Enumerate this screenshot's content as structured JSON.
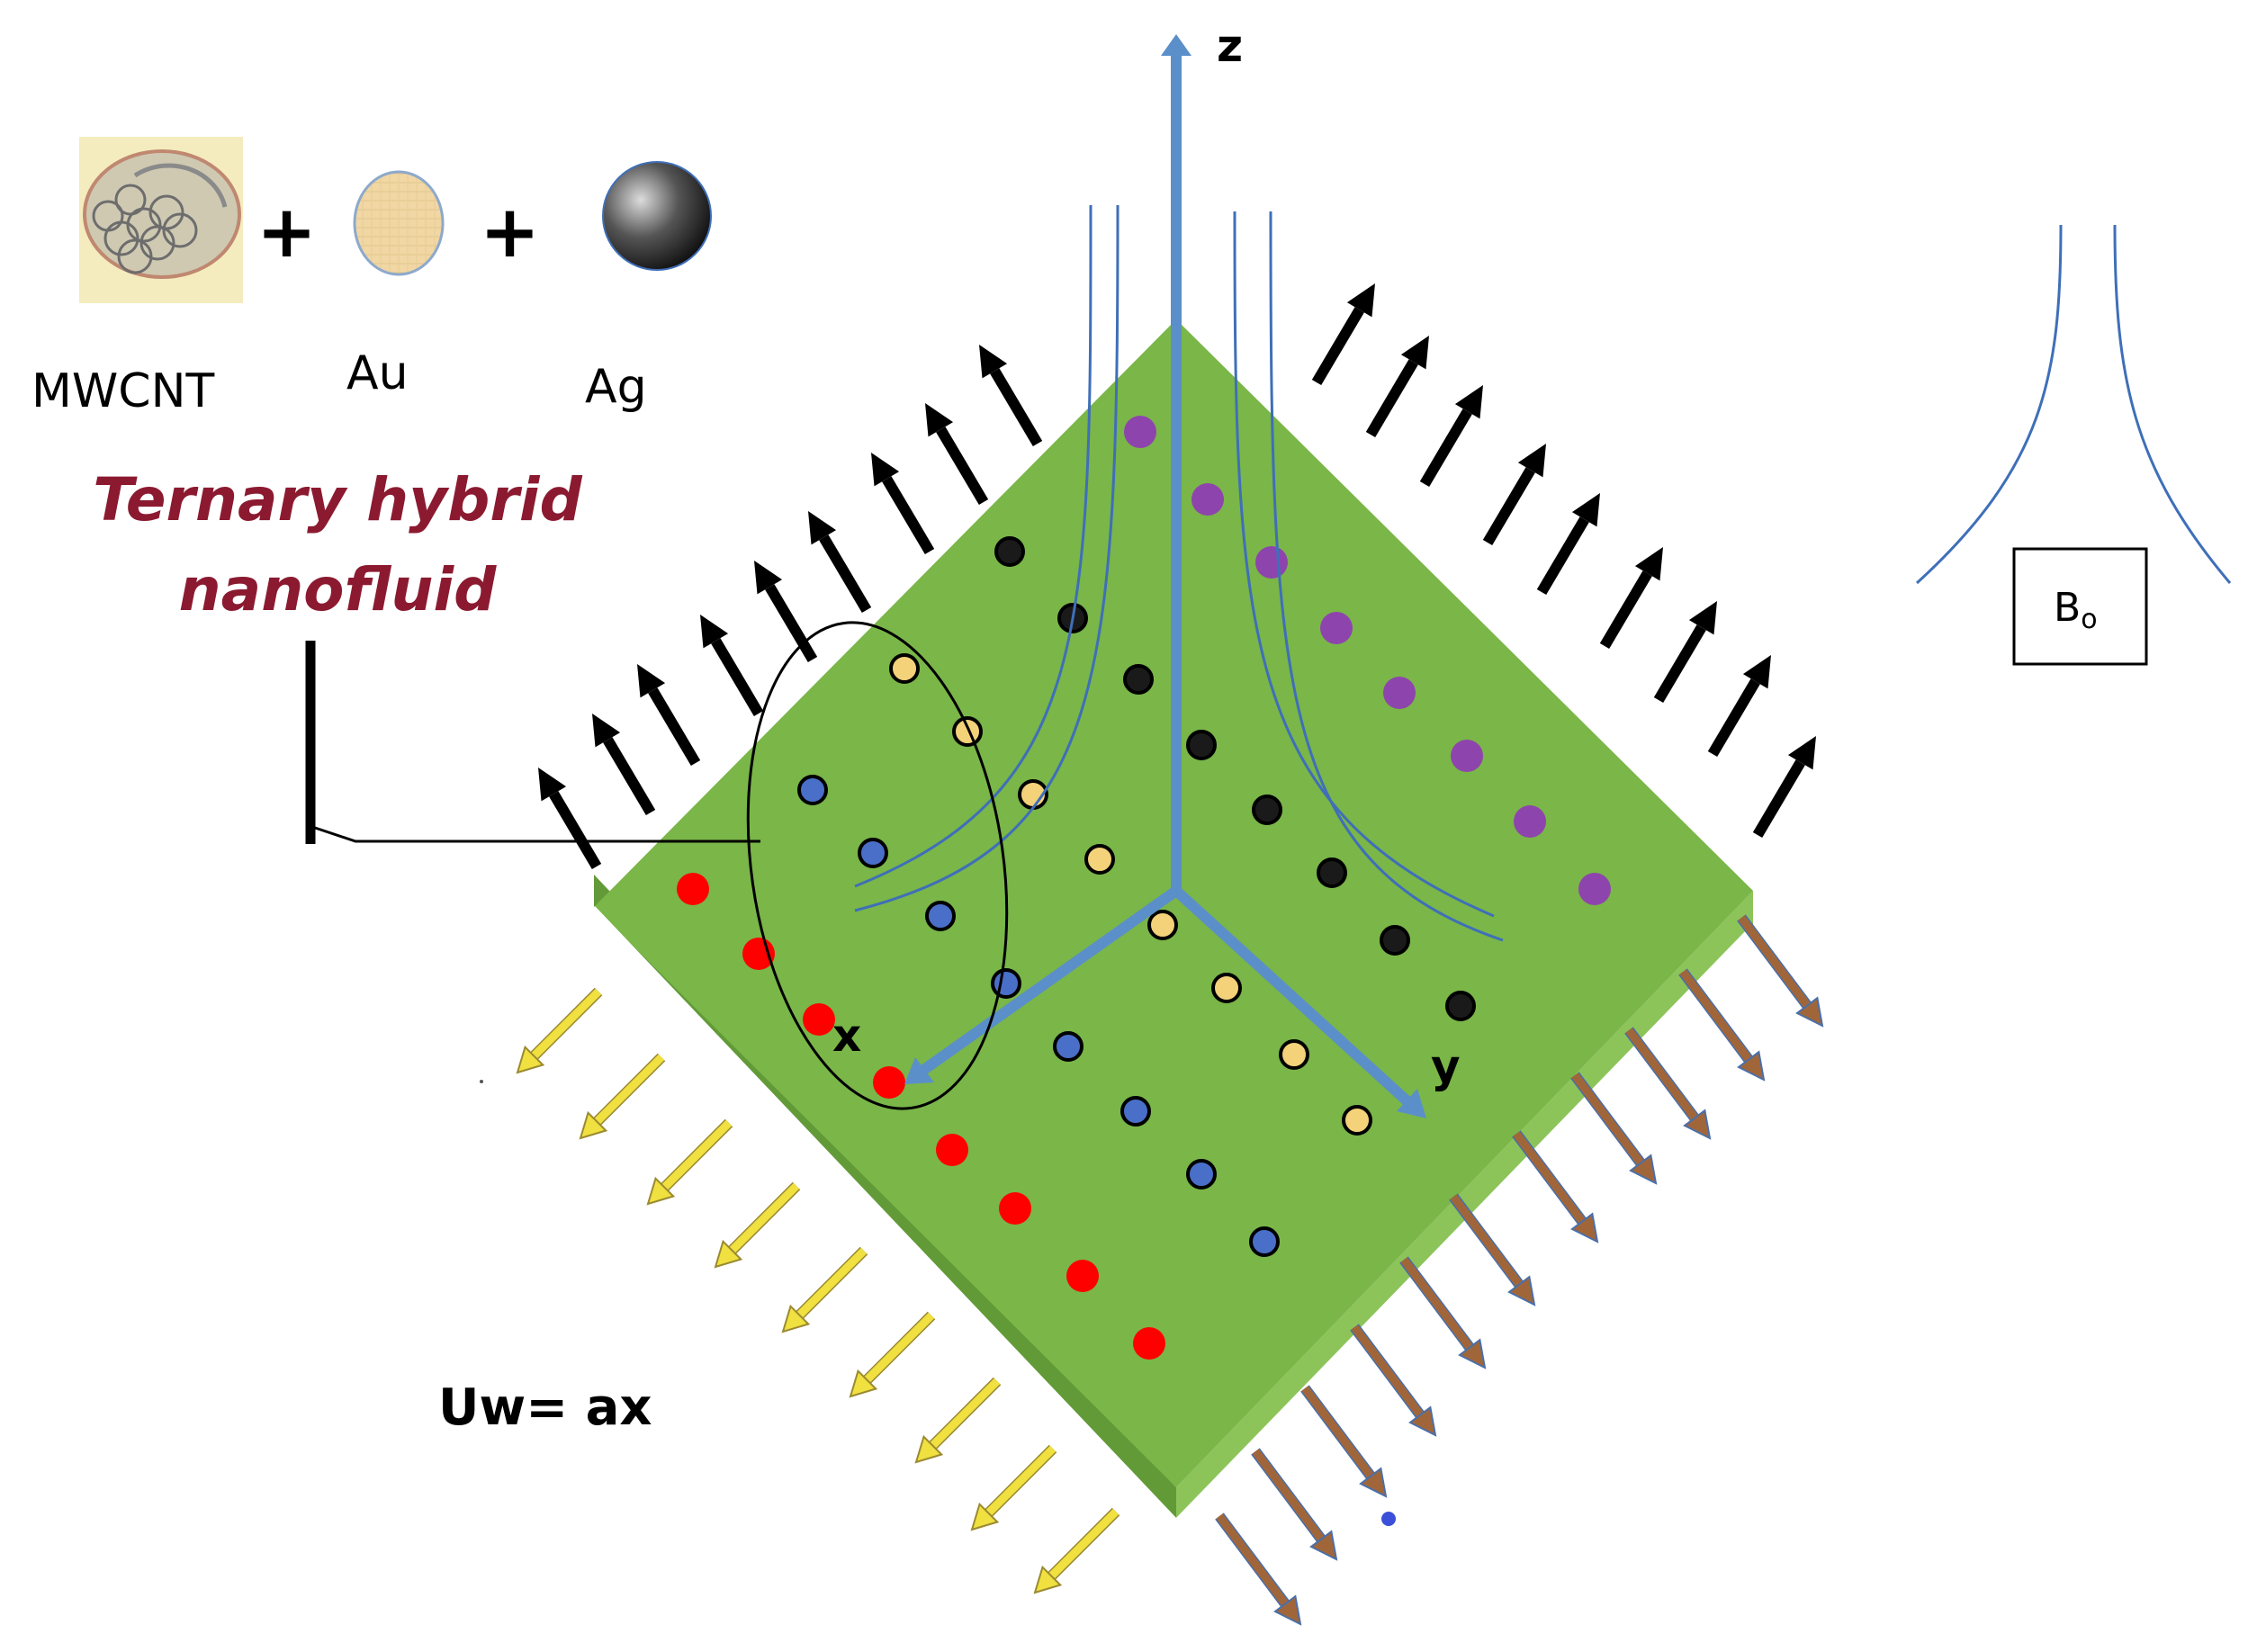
{
  "particles": [
    {
      "label": "MWCNT"
    },
    {
      "label": "Au"
    },
    {
      "label": "Ag"
    }
  ],
  "operators": [
    "+",
    "+"
  ],
  "fluid_label": {
    "line1": "Ternary hybrid",
    "line2": "nanofluid"
  },
  "axes": {
    "x": "x",
    "y": "y",
    "z": "z"
  },
  "velocity_label": "Uw= ax",
  "magnetic_field": {
    "base": "B",
    "subscript": "o"
  },
  "colors": {
    "sheet_top": "#7ab648",
    "sheet_side_left": "#629a38",
    "sheet_side_right": "#8cc45a",
    "axis": "#5b8fc9",
    "streamline": "#3f6fb8",
    "label_maroon": "#8b1a30",
    "dot_red": "#ff0000",
    "dot_purple": "#8e44ad",
    "dot_black": "#1a1a1a",
    "dot_yellow": "#f4d27a",
    "dot_blue": "#4a6fc9",
    "arrow_black": "#000000",
    "arrow_yellow": "#f0e040",
    "arrow_brown": "#a0663a"
  }
}
